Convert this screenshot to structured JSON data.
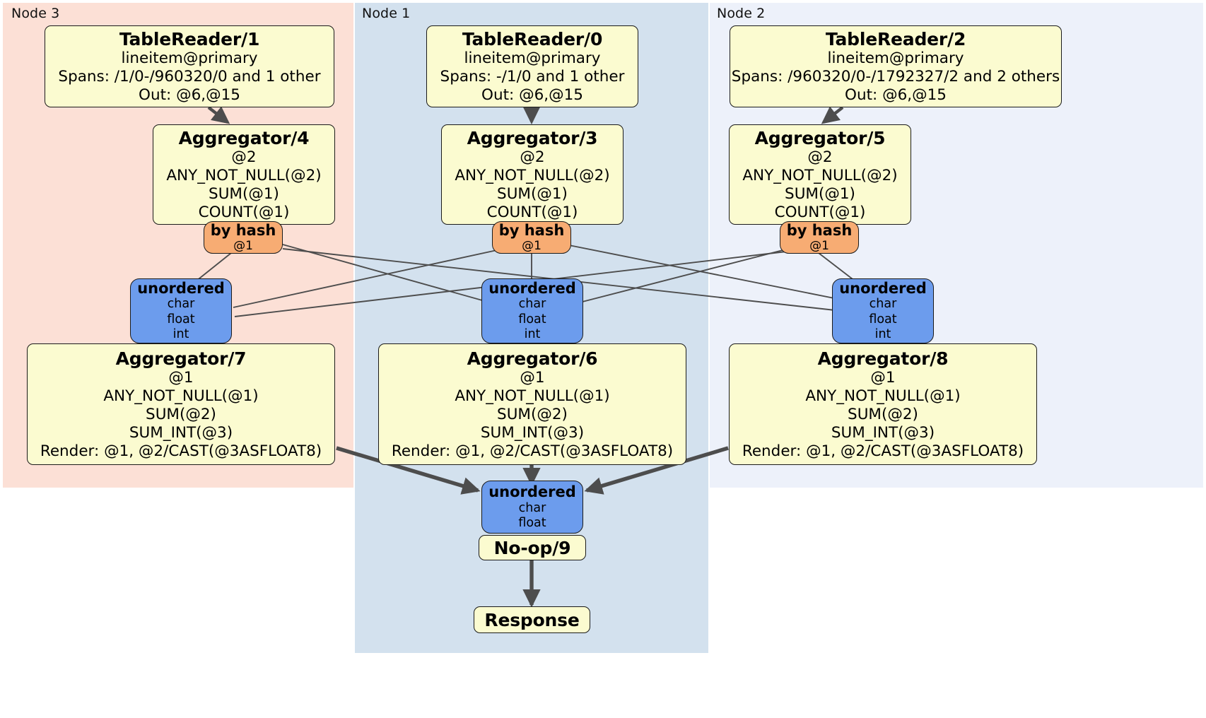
{
  "diagram": {
    "type": "distributed-query-execution-plan",
    "colors": {
      "processor_fill": "#fbfbd0",
      "router_fill": "#f7ac73",
      "receiver_fill": "#6c9ced",
      "node3_panel": "#fce0d6",
      "node1_panel": "#d3e1ee",
      "node2_panel": "#edf1fa",
      "stroke": "#1a1a1a",
      "edge": "#4d4d4d"
    }
  },
  "nodes": [
    {
      "label": "Node 3"
    },
    {
      "label": "Node 1"
    },
    {
      "label": "Node 2"
    }
  ],
  "table_readers": [
    {
      "title": "TableReader/1",
      "table": "lineitem@primary",
      "spans": "Spans: /1/0-/960320/0 and 1 other",
      "out": "Out: @6,@15"
    },
    {
      "title": "TableReader/0",
      "table": "lineitem@primary",
      "spans": "Spans: -/1/0 and 1 other",
      "out": "Out: @6,@15"
    },
    {
      "title": "TableReader/2",
      "table": "lineitem@primary",
      "spans": "Spans: /960320/0-/1792327/2 and 2 others",
      "out": "Out: @6,@15"
    }
  ],
  "stage1_aggregators": [
    {
      "title": "Aggregator/4",
      "group": "@2",
      "agg1": "ANY_NOT_NULL(@2)",
      "agg2": "SUM(@1)",
      "agg3": "COUNT(@1)"
    },
    {
      "title": "Aggregator/3",
      "group": "@2",
      "agg1": "ANY_NOT_NULL(@2)",
      "agg2": "SUM(@1)",
      "agg3": "COUNT(@1)"
    },
    {
      "title": "Aggregator/5",
      "group": "@2",
      "agg1": "ANY_NOT_NULL(@2)",
      "agg2": "SUM(@1)",
      "agg3": "COUNT(@1)"
    }
  ],
  "routers": [
    {
      "title": "by hash",
      "column": "@1"
    },
    {
      "title": "by hash",
      "column": "@1"
    },
    {
      "title": "by hash",
      "column": "@1"
    }
  ],
  "receivers": [
    {
      "title": "unordered",
      "t1": "char",
      "t2": "float",
      "t3": "int"
    },
    {
      "title": "unordered",
      "t1": "char",
      "t2": "float",
      "t3": "int"
    },
    {
      "title": "unordered",
      "t1": "char",
      "t2": "float",
      "t3": "int"
    }
  ],
  "stage2_aggregators": [
    {
      "title": "Aggregator/7",
      "group": "@1",
      "agg1": "ANY_NOT_NULL(@1)",
      "agg2": "SUM(@2)",
      "agg3": "SUM_INT(@3)",
      "render": "Render: @1, @2/CAST(@3ASFLOAT8)"
    },
    {
      "title": "Aggregator/6",
      "group": "@1",
      "agg1": "ANY_NOT_NULL(@1)",
      "agg2": "SUM(@2)",
      "agg3": "SUM_INT(@3)",
      "render": "Render: @1, @2/CAST(@3ASFLOAT8)"
    },
    {
      "title": "Aggregator/8",
      "group": "@1",
      "agg1": "ANY_NOT_NULL(@1)",
      "agg2": "SUM(@2)",
      "agg3": "SUM_INT(@3)",
      "render": "Render: @1, @2/CAST(@3ASFLOAT8)"
    }
  ],
  "final_receiver": {
    "title": "unordered",
    "t1": "char",
    "t2": "float"
  },
  "noop": {
    "title": "No-op/9"
  },
  "response": {
    "title": "Response"
  }
}
